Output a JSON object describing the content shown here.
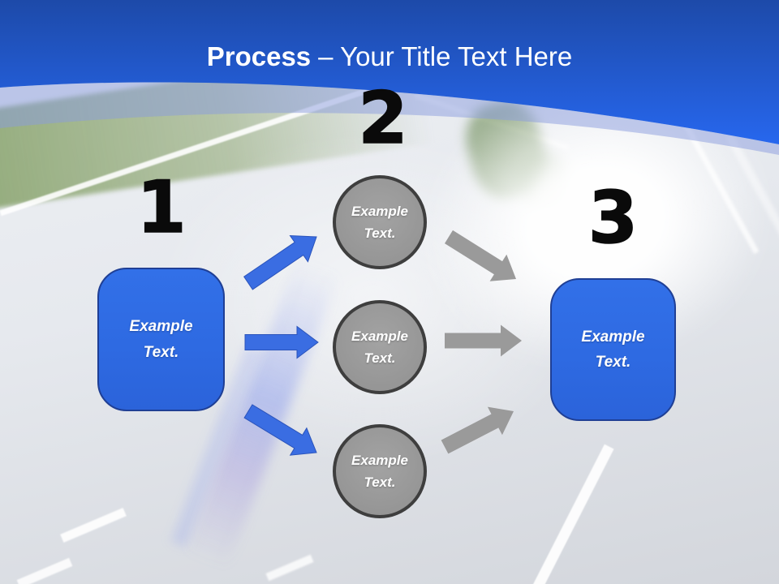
{
  "slide": {
    "title": {
      "emphasis": "Process",
      "rest": "– Your Title Text Here"
    }
  },
  "process": {
    "steps": [
      {
        "number": "1",
        "type": "box",
        "label": "Example Text."
      },
      {
        "number": "2",
        "type": "circle-group",
        "circles": [
          {
            "label": "Example Text."
          },
          {
            "label": "Example Text."
          },
          {
            "label": "Example Text."
          }
        ]
      },
      {
        "number": "3",
        "type": "box",
        "label": "Example Text."
      }
    ]
  },
  "background": {
    "type": "photo",
    "description": "Motion-blurred highway with white truck, grass shoulders and lane markings, washed out to light gray"
  },
  "colors": {
    "header_gradient_top": "#1d4aa9",
    "header_gradient_bottom": "#2767ee",
    "title_color": "#ffffff",
    "accent_blue": "#2e6ae2",
    "box_border": "#1f3f95",
    "circle_fill": "#969696",
    "circle_border": "#3e3e3e",
    "arrow_blue": "#3a6de2",
    "arrow_gray": "#9a9a9a",
    "number_color": "#0a0a0a"
  }
}
